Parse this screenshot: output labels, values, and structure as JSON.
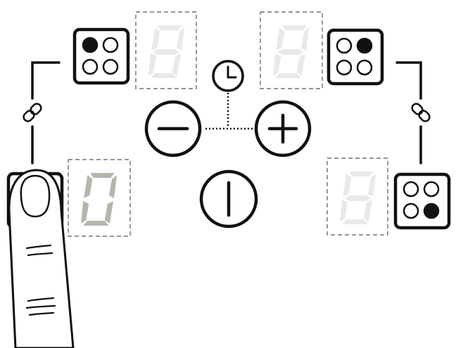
{
  "panel": {
    "zones": [
      {
        "id": "front-left",
        "active_burner": "top-left",
        "display": "0",
        "display_lit": true
      },
      {
        "id": "rear-left",
        "active_burner": "top-left",
        "display": "8",
        "display_lit": false
      },
      {
        "id": "rear-right",
        "active_burner": "top-right",
        "display": "8",
        "display_lit": false
      },
      {
        "id": "front-right",
        "active_burner": "bottom-right",
        "display": "8",
        "display_lit": false
      }
    ],
    "icons": [
      "burner-zone-icon",
      "link-icon",
      "timer-clock-icon",
      "minus-icon",
      "plus-icon",
      "power-icon",
      "finger-icon"
    ],
    "colors": {
      "digit_lit": "#b3b6ad",
      "digit_unlit": "#e9e9e9",
      "outline": "#111111"
    }
  }
}
